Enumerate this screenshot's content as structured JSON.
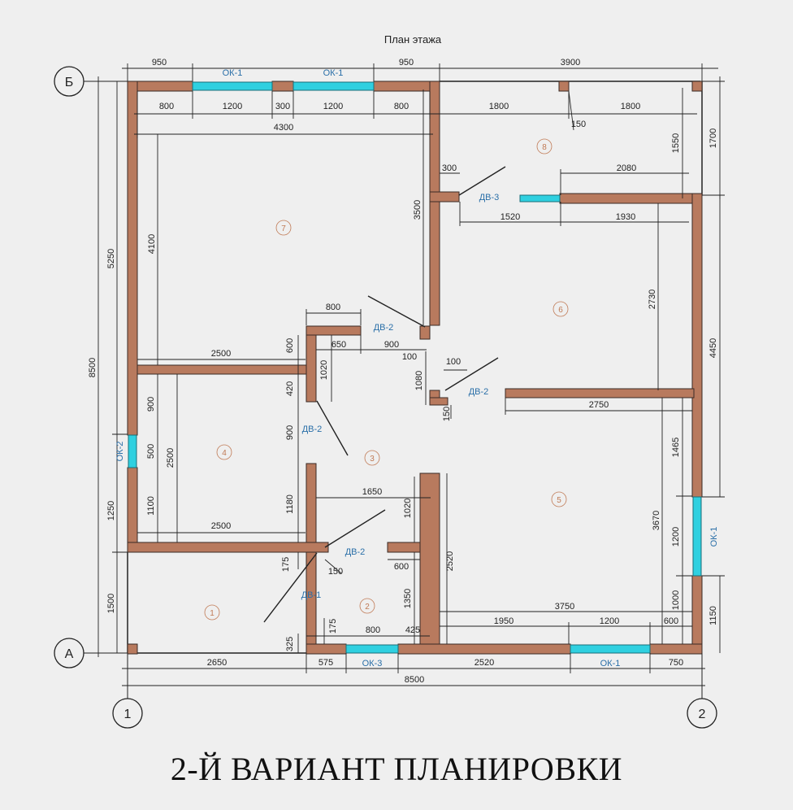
{
  "plan_title": "План этажа",
  "caption": "2-Й ВАРИАНТ ПЛАНИРОВКИ",
  "colors": {
    "wall": "#b87a5e",
    "wall_edge": "#3a2b25",
    "window": "#2fd0e0",
    "dim": "#222222",
    "room_tag": "#c07a55",
    "label_blue": "#2a6fa8",
    "background": "#efefef"
  },
  "axes": {
    "A": "А",
    "B": "Б",
    "one": "1",
    "two": "2"
  },
  "rooms": [
    "7",
    "8",
    "6",
    "4",
    "3",
    "5",
    "1",
    "2"
  ],
  "door_labels": [
    "ДВ-2",
    "ДВ-3",
    "ДВ-2",
    "ДВ-2",
    "ДВ-2",
    "ДВ-1"
  ],
  "window_labels": [
    "ОК-1",
    "ОК-1",
    "ОК-2",
    "ОК-1",
    "ОК-3",
    "ОК-1"
  ],
  "dimensions": {
    "top_outer": [
      "950",
      "950",
      "3900"
    ],
    "top_inner": [
      "800",
      "1200",
      "300",
      "1200",
      "800",
      "1800",
      "1800"
    ],
    "d150_top": "150",
    "d4300": "4300",
    "right_1700": "1700",
    "d1550": "1550",
    "d300": "300",
    "d2080": "2080",
    "d1520": "1520",
    "d1930": "1930",
    "d3500": "3500",
    "d4100": "4100",
    "d5250": "5250",
    "d8500_left": "8500",
    "d2730": "2730",
    "d4450": "4450",
    "d800_upper": "800",
    "d2500_a": "2500",
    "d600": "600",
    "d650": "650",
    "d900_h": "900",
    "d1020_a": "1020",
    "d100_a": "100",
    "d100_b": "100",
    "d1080": "1080",
    "d150_b": "150",
    "d420": "420",
    "d900_v": "900",
    "d2750": "2750",
    "d900_left": "900",
    "d500": "500",
    "d2500_v": "2500",
    "d1100": "1100",
    "d1250": "1250",
    "d1180": "1180",
    "d1650": "1650",
    "d1020_b": "1020",
    "d2520_v": "2520",
    "d1465": "1465",
    "d3670": "3670",
    "d1200_v": "1200",
    "d2500_b": "2500",
    "d175_a": "175",
    "d150_c": "150",
    "d600_b": "600",
    "d1350": "1350",
    "d1500": "1500",
    "d1000": "1000",
    "d1150": "1150",
    "d3750": "3750",
    "d1950": "1950",
    "d1200_h": "1200",
    "d600_c": "600",
    "d175_b": "175",
    "d325": "325",
    "d800_low": "800",
    "d425": "425",
    "bottom": [
      "2650",
      "575",
      "2520",
      "750"
    ],
    "total_bottom": "8500"
  }
}
